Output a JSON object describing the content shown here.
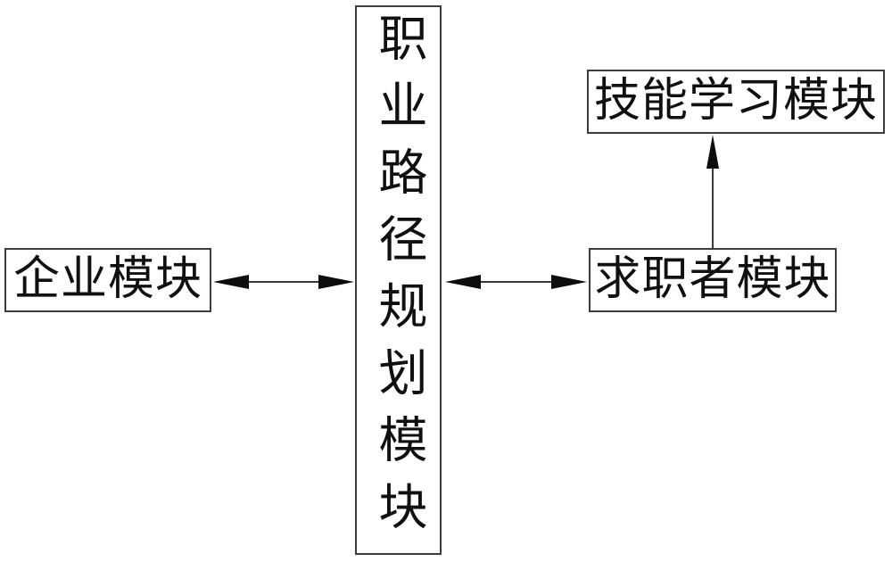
{
  "diagram": {
    "title": "module block diagram",
    "background_color": "#ffffff",
    "border_color": "#3c3c3c",
    "line_color": "#3a3a3a",
    "arrowhead_color": "#0d0d0d",
    "text_color": "#101010",
    "nodes": {
      "center": {
        "label": "职业路径规划模块",
        "orientation": "vertical"
      },
      "left": {
        "label": "企业模块",
        "orientation": "horizontal"
      },
      "right": {
        "label": "求职者模块",
        "orientation": "horizontal"
      },
      "top_right": {
        "label": "技能学习模块",
        "orientation": "horizontal"
      }
    },
    "edges": [
      {
        "from": "企业模块",
        "to": "职业路径规划模块",
        "style": "double-headed-arrow",
        "direction": "horizontal"
      },
      {
        "from": "职业路径规划模块",
        "to": "求职者模块",
        "style": "double-headed-arrow",
        "direction": "horizontal"
      },
      {
        "from": "求职者模块",
        "to": "技能学习模块",
        "style": "single-arrow",
        "direction": "up"
      }
    ]
  }
}
